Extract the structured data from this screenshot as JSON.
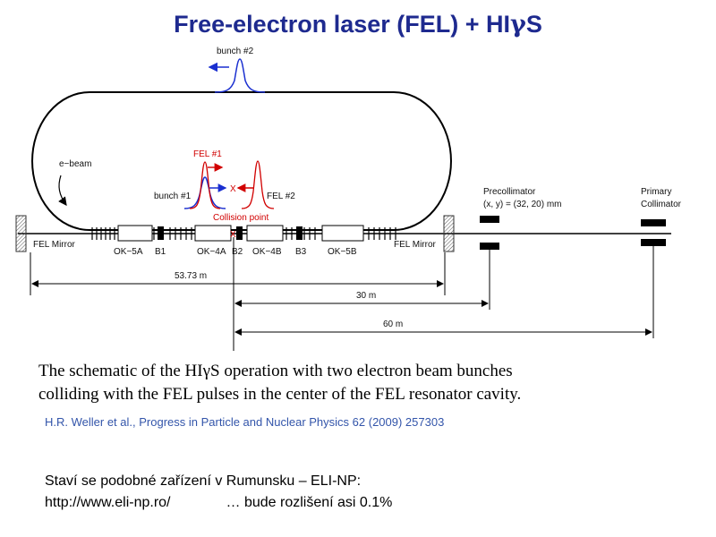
{
  "title": {
    "prefix": "Free-electron laser (FEL) + HI",
    "gamma": "γ",
    "suffix": "S"
  },
  "diagram": {
    "bunch2": "bunch #2",
    "ebeam": "e−beam",
    "fel1": "FEL #1",
    "fel2": "FEL #2",
    "bunch1": "bunch #1",
    "collision": "Collision point",
    "precollimator": "Precollimator",
    "precollimator_pos": "(x, y) = (32, 20) mm",
    "primary1": "Primary",
    "primary2": "Collimator",
    "mirror_left": "FEL Mirror",
    "mirror_right": "FEL Mirror",
    "components": [
      "OK−5A",
      "B1",
      "OK−4A",
      "B2",
      "OK−4B",
      "B3",
      "OK−5B"
    ],
    "dim1": "53.73 m",
    "dim2": "30 m",
    "dim3": "60 m",
    "x_mark": "X"
  },
  "caption": {
    "line1_pre": "The schematic of the HI",
    "line1_gamma": "γ",
    "line1_post": "S operation with two electron beam bunches",
    "line2": "colliding with the FEL pulses in the center of the FEL resonator cavity."
  },
  "reference": "H.R. Weller et al., Progress in Particle and Nuclear Physics 62 (2009) 257303",
  "note": {
    "line1": "Staví se podobné zařízení v Rumunsku – ELI-NP:",
    "url": "http://www.eli-np.ro/",
    "tail": "… bude rozlišení asi 0.1%"
  }
}
